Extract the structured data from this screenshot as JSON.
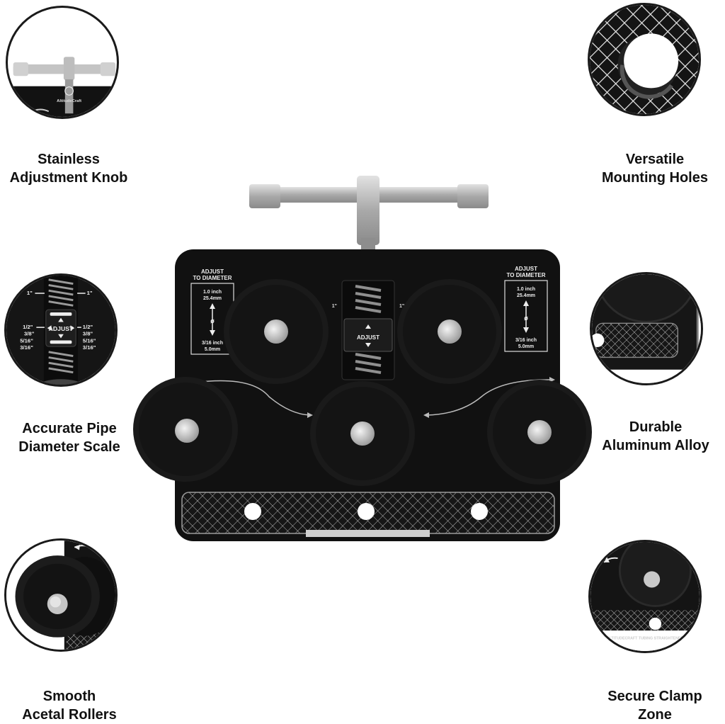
{
  "features": [
    {
      "id": "knob",
      "line1": "Stainless",
      "line2": "Adjustment Knob",
      "icon": "t-handle-knob-icon"
    },
    {
      "id": "holes",
      "line1": "Versatile",
      "line2": "Mounting Holes",
      "icon": "mounting-hole-icon"
    },
    {
      "id": "scale",
      "line1": "Accurate Pipe",
      "line2": "Diameter Scale",
      "icon": "diameter-scale-icon"
    },
    {
      "id": "alloy",
      "line1": "Durable",
      "line2": "Aluminum Alloy",
      "icon": "aluminum-plate-icon"
    },
    {
      "id": "rollers",
      "line1": "Smooth",
      "line2": "Acetal Rollers",
      "icon": "roller-icon"
    },
    {
      "id": "clamp",
      "line1": "Secure Clamp",
      "line2": "Zone",
      "icon": "clamp-zone-icon"
    }
  ],
  "plate": {
    "left_label_1": "ADJUST",
    "left_label_2": "TO DIAMETER",
    "right_label_1": "ADJUST",
    "right_label_2": "TO DIAMETER",
    "max_inch": "1.0  inch",
    "max_mm": "25.4mm",
    "min_inch": "3/16  inch",
    "min_mm": "5.0mm",
    "diameter_symbol": "ø",
    "adjust_label": "ADJUST",
    "scale_top": "1\"",
    "brand_small": "AltitudeCraft",
    "bottom_brand": "ALTITUDECRAFT TUBING STRAIGHTENER"
  },
  "scale_callout": {
    "marks_left": [
      "1\"",
      "1/2\"",
      "3/8\"",
      "5/16\"",
      "3/16\""
    ],
    "marks_right": [
      "1\"",
      "1/2\"",
      "3/8\"",
      "5/16\"",
      "3/16\""
    ],
    "adjust_label": "ADJUST"
  },
  "colors": {
    "plate": "#111111",
    "roller": "#141414",
    "steel": "#b8b8b8",
    "hatch": "#9a9a9a"
  }
}
